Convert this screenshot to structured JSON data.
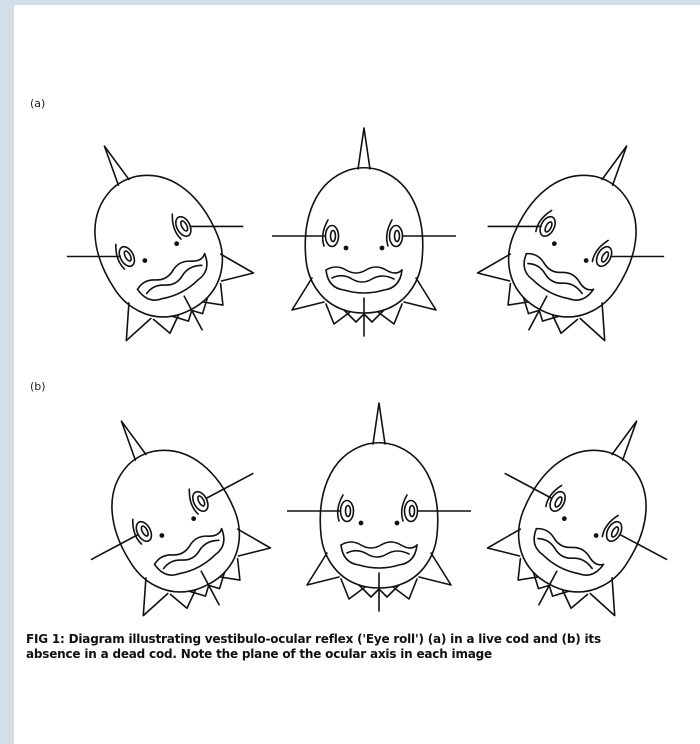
{
  "panels": [
    {
      "label": "(a)",
      "fish": [
        {
          "name": "live-cod-tilt-left",
          "tilt": -28
        },
        {
          "name": "live-cod-upright",
          "tilt": 0
        },
        {
          "name": "live-cod-tilt-right",
          "tilt": 28
        }
      ],
      "axis_stays_horizontal": true
    },
    {
      "label": "(b)",
      "fish": [
        {
          "name": "dead-cod-tilt-left",
          "tilt": -28
        },
        {
          "name": "dead-cod-upright",
          "tilt": 0
        },
        {
          "name": "dead-cod-tilt-right",
          "tilt": 28
        }
      ],
      "axis_stays_horizontal": false
    }
  ],
  "caption": {
    "line1": "FIG 1: Diagram illustrating vestibulo-ocular reflex ('Eye roll') (a) in a live cod and (b) its",
    "line2": "absence in a dead cod. Note the plane of the ocular axis in each image"
  },
  "colors": {
    "ink": "#111111",
    "page": "#ffffff",
    "frame": "#d3dfe8"
  }
}
